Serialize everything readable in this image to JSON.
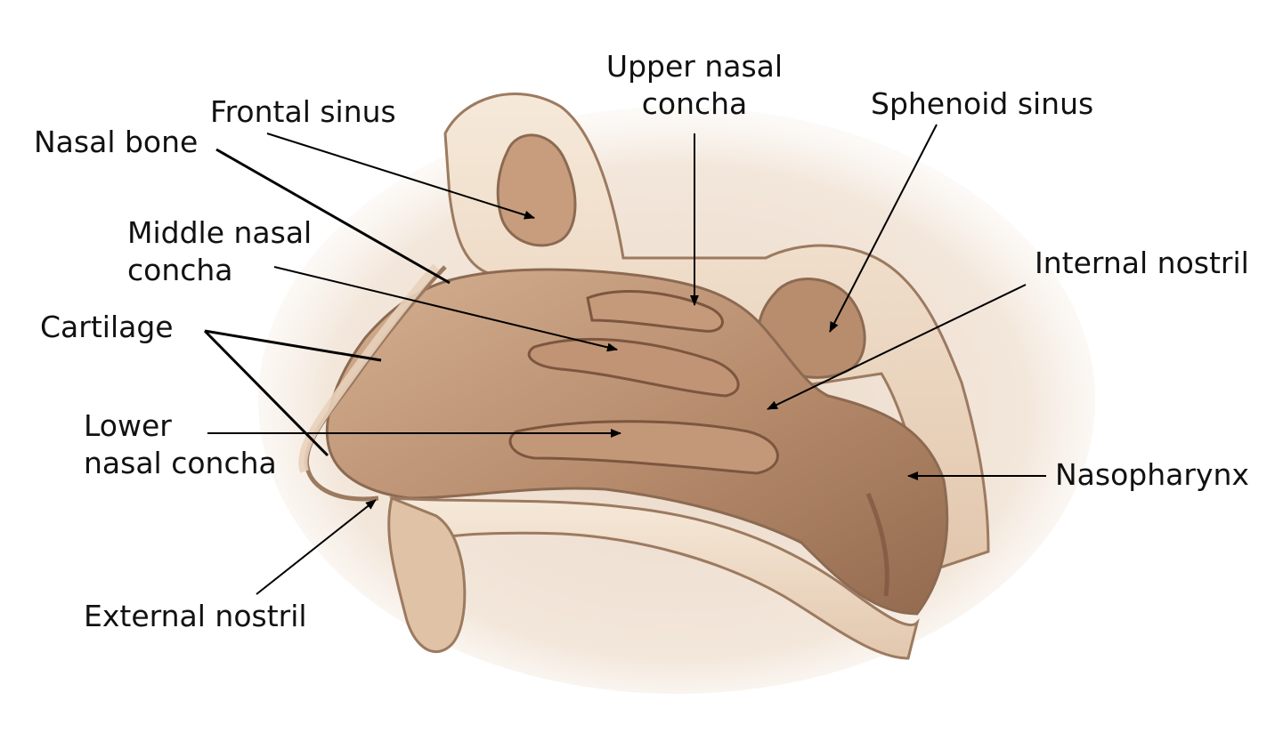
{
  "diagram": {
    "colors": {
      "tissue_light": "#f4e6d4",
      "tissue_mid": "#c9a68a",
      "tissue_dark": "#8a5e44",
      "bone_outline": "#8c6a52",
      "leader_line": "#000000"
    },
    "labels": {
      "frontal_sinus": "Frontal sinus",
      "nasal_bone": "Nasal bone",
      "middle_concha_1": "Middle nasal",
      "middle_concha_2": "concha",
      "cartilage": "Cartilage",
      "lower_concha_1": "Lower",
      "lower_concha_2": "nasal concha",
      "external_nostril": "External nostril",
      "upper_concha_1": "Upper nasal",
      "upper_concha_2": "concha",
      "sphenoid_sinus": "Sphenoid sinus",
      "internal_nostril": "Internal nostril",
      "nasopharynx": "Nasopharynx"
    }
  }
}
